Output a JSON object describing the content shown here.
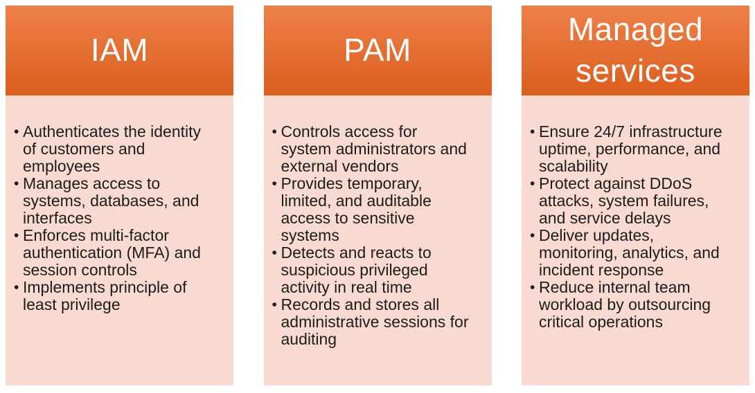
{
  "board": {
    "columns": [
      {
        "title": "IAM",
        "bullets": [
          "Authenticates the identity of customers and employees",
          "Manages access to systems, databases, and interfaces",
          "Enforces multi-factor authentication (MFA) and session controls",
          "Implements principle of least privilege"
        ]
      },
      {
        "title": "PAM",
        "bullets": [
          "Controls access for system administrators and external vendors",
          "Provides temporary, limited, and auditable access to sensitive systems",
          "Detects and reacts to suspicious privileged activity in real time",
          "Records and stores all administrative sessions for auditing"
        ]
      },
      {
        "title": "Managed services",
        "bullets": [
          "Ensure 24/7 infrastructure uptime, performance, and scalability",
          "Protect against DDoS attacks, system failures, and service delays",
          "Deliver updates, monitoring, analytics, and incident response",
          "Reduce internal team workload by outsourcing critical operations"
        ]
      }
    ]
  },
  "bullet_char": "•",
  "colors": {
    "page_bg": "#FFFFFF",
    "header_gradient_top": "#EE8049",
    "header_gradient_bottom": "#DB5E1D",
    "header_text": "#FFFFFF",
    "body_bg": "#F8DAD0",
    "body_text": "#1C1C1C"
  }
}
